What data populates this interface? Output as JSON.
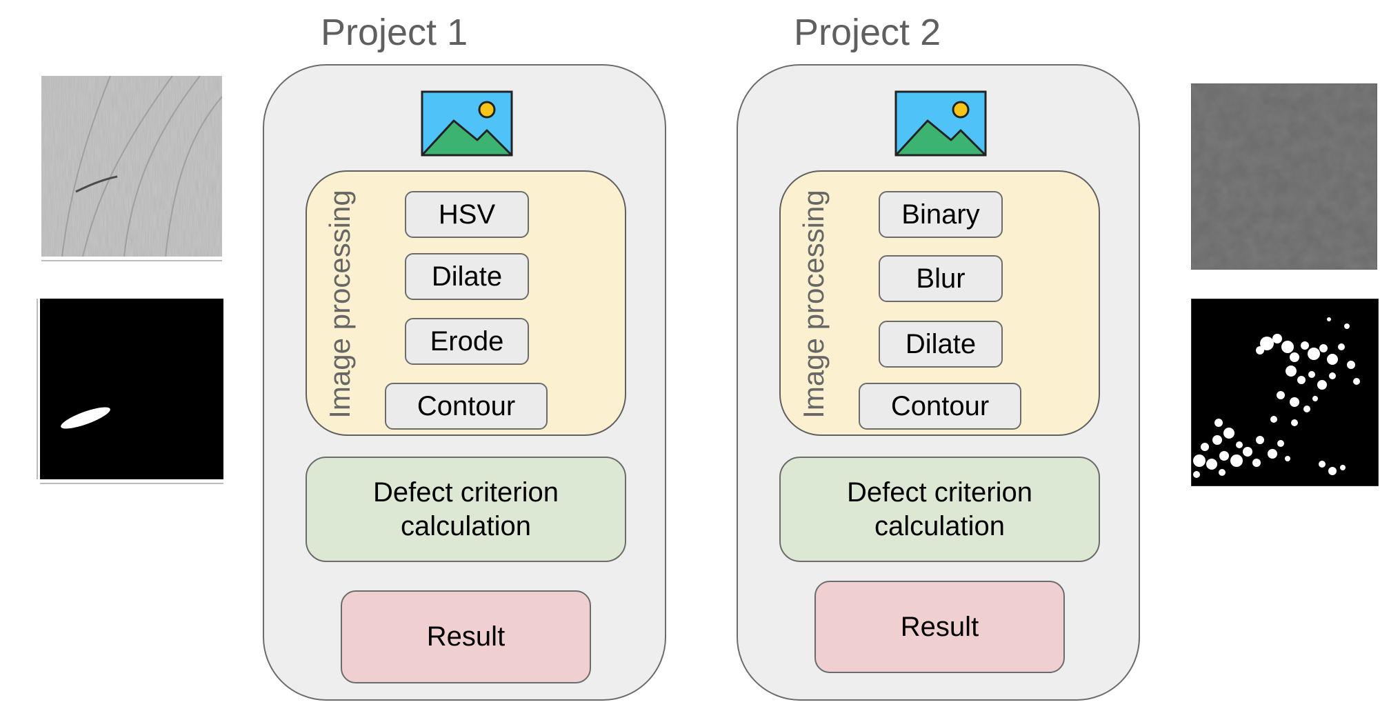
{
  "projects": [
    {
      "title": "Project 1",
      "processing_label": "Image processing",
      "steps": [
        "HSV",
        "Dilate",
        "Erode",
        "Contour"
      ],
      "criterion_lines": [
        "Defect criterion",
        "calculation"
      ],
      "result_label": "Result"
    },
    {
      "title": "Project 2",
      "processing_label": "Image processing",
      "steps": [
        "Binary",
        "Blur",
        "Dilate",
        "Contour"
      ],
      "criterion_lines": [
        "Defect criterion",
        "calculation"
      ],
      "result_label": "Result"
    }
  ],
  "icons": {
    "panel_icon": "image-icon"
  },
  "colors": {
    "panel_bg": "#eeeeee",
    "processing_bg": "#fbf0cf",
    "criterion_bg": "#dce8d4",
    "result_bg": "#efcfcf",
    "icon_sky": "#4fc3f7",
    "icon_mountain": "#3cb371",
    "icon_sun": "#f5c518"
  }
}
